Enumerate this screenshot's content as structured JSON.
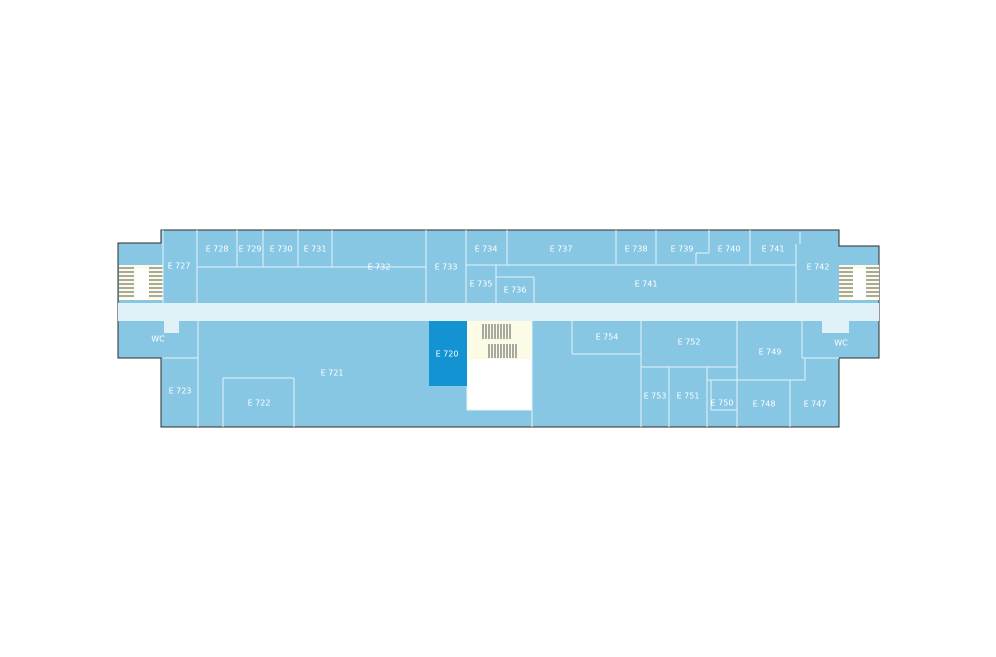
{
  "floor_plan": {
    "colors": {
      "room": "#87c7e3",
      "corridor": "#e0f1f8",
      "highlight": "#1393d2",
      "outline": "#2b2b2b",
      "wall": "#e6f3f8",
      "stair": "#fbfbe6",
      "label": "#ffffff"
    },
    "highlighted_room": "E 720",
    "rooms": [
      {
        "id": "e727",
        "label": "E 727"
      },
      {
        "id": "e728",
        "label": "E 728"
      },
      {
        "id": "e729",
        "label": "E 729"
      },
      {
        "id": "e730",
        "label": "E 730"
      },
      {
        "id": "e731",
        "label": "E 731"
      },
      {
        "id": "e732",
        "label": "E 732"
      },
      {
        "id": "e733",
        "label": "E 733"
      },
      {
        "id": "e734",
        "label": "E 734"
      },
      {
        "id": "e735",
        "label": "E 735"
      },
      {
        "id": "e736",
        "label": "E 736"
      },
      {
        "id": "e737",
        "label": "E 737"
      },
      {
        "id": "e738",
        "label": "E 738"
      },
      {
        "id": "e739",
        "label": "E 739"
      },
      {
        "id": "e740",
        "label": "E 740"
      },
      {
        "id": "e741a",
        "label": "E 741"
      },
      {
        "id": "e741b",
        "label": "E 741"
      },
      {
        "id": "e742",
        "label": "E 742"
      },
      {
        "id": "wc-left",
        "label": "WC"
      },
      {
        "id": "wc-right",
        "label": "WC"
      },
      {
        "id": "e720",
        "label": "E 720"
      },
      {
        "id": "e721",
        "label": "E 721"
      },
      {
        "id": "e722",
        "label": "E 722"
      },
      {
        "id": "e723",
        "label": "E 723"
      },
      {
        "id": "e754",
        "label": "E 754"
      },
      {
        "id": "e752",
        "label": "E 752"
      },
      {
        "id": "e749",
        "label": "E 749"
      },
      {
        "id": "e753",
        "label": "E 753"
      },
      {
        "id": "e751",
        "label": "E 751"
      },
      {
        "id": "e750",
        "label": "E 750"
      },
      {
        "id": "e748",
        "label": "E 748"
      },
      {
        "id": "e747",
        "label": "E 747"
      }
    ]
  }
}
